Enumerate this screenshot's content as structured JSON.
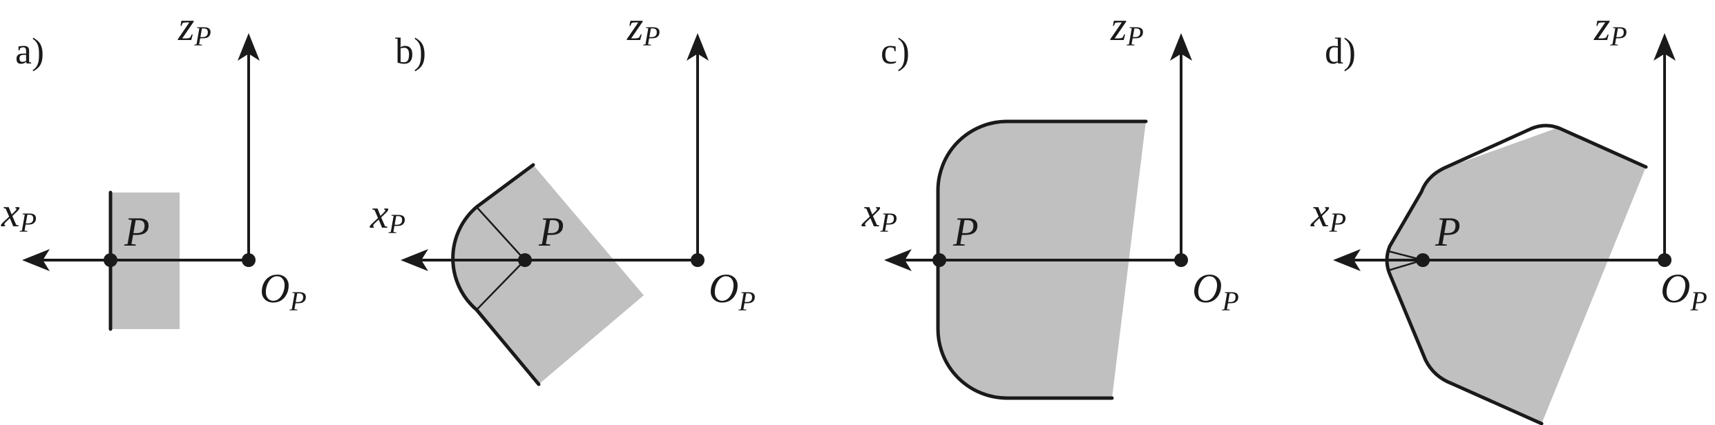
{
  "panels": [
    {
      "id": "a",
      "label": "a)",
      "x_axis": "x",
      "x_sub": "P",
      "z_axis": "z",
      "z_sub": "P",
      "point": "P",
      "origin": "O",
      "origin_sub": "P"
    },
    {
      "id": "b",
      "label": "b)",
      "x_axis": "x",
      "x_sub": "P",
      "z_axis": "z",
      "z_sub": "P",
      "point": "P",
      "origin": "O",
      "origin_sub": "P"
    },
    {
      "id": "c",
      "label": "c)",
      "x_axis": "x",
      "x_sub": "P",
      "z_axis": "z",
      "z_sub": "P",
      "point": "P",
      "origin": "O",
      "origin_sub": "P"
    },
    {
      "id": "d",
      "label": "d)",
      "x_axis": "x",
      "x_sub": "P",
      "z_axis": "z",
      "z_sub": "P",
      "point": "P",
      "origin": "O",
      "origin_sub": "P"
    }
  ],
  "colors": {
    "fill": "#c0c0c0",
    "stroke": "#1a1a1a",
    "background": "#ffffff"
  }
}
